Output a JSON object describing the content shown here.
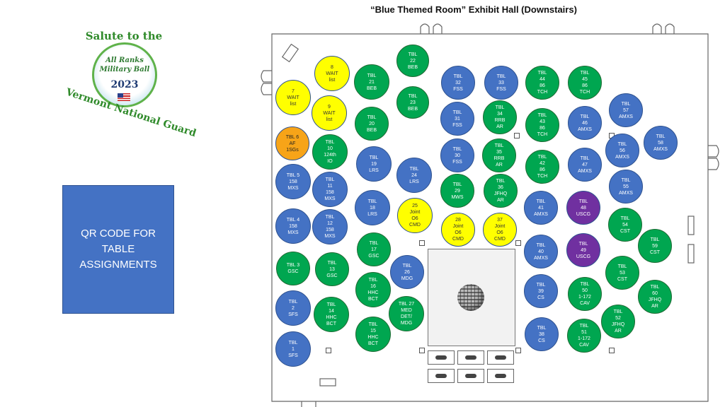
{
  "title": "“Blue Themed Room” Exhibit Hall (Downstairs)",
  "logo": {
    "top_text": "Salute to the",
    "mid_line1": "All Ranks",
    "mid_line2": "Military Ball",
    "year": "2023",
    "bottom_text": "Vermont National Guard"
  },
  "qr_box": {
    "label": "QR CODE FOR TABLE ASSIGNMENTS"
  },
  "colors": {
    "blue": "#4472c4",
    "green": "#00a650",
    "yellow": "#ffff00",
    "orange": "#f7a418",
    "purple": "#7030a0"
  },
  "tables": [
    {
      "id": "t7",
      "label": "7\nWAIT\nlist",
      "color": "yellow"
    },
    {
      "id": "t8",
      "label": "8\nWAIT\nlist",
      "color": "yellow"
    },
    {
      "id": "t9",
      "label": "9\nWAIT\nlist",
      "color": "yellow"
    },
    {
      "id": "t6",
      "label": "TBL 6\nAF\n1SGs",
      "color": "orange"
    },
    {
      "id": "t5",
      "label": "TBL 5\n158\nMXS",
      "color": "blue"
    },
    {
      "id": "t4",
      "label": "TBL 4\n158\nMXS",
      "color": "blue"
    },
    {
      "id": "t3",
      "label": "TBL 3\nGSC",
      "color": "green"
    },
    {
      "id": "t2",
      "label": "TBL\n2\nSFS",
      "color": "blue"
    },
    {
      "id": "t1",
      "label": "TBL\n1\nSFS",
      "color": "blue"
    },
    {
      "id": "t10",
      "label": "TBL\n10\n124th\nIO",
      "color": "green"
    },
    {
      "id": "t11",
      "label": "TBL\n11\n158\nMXS",
      "color": "blue"
    },
    {
      "id": "t12",
      "label": "TBL\n12\n158\nMXS",
      "color": "blue"
    },
    {
      "id": "t13",
      "label": "TBL\n13\nGSC",
      "color": "green"
    },
    {
      "id": "t14",
      "label": "TBL\n14\nHHC\nBCT",
      "color": "green"
    },
    {
      "id": "t22",
      "label": "TBL\n22\nBEB",
      "color": "green"
    },
    {
      "id": "t21",
      "label": "TBL\n21\nBEB",
      "color": "green"
    },
    {
      "id": "t23",
      "label": "TBL\n23\nBEB",
      "color": "green"
    },
    {
      "id": "t20",
      "label": "TBL\n20\nBEB",
      "color": "green"
    },
    {
      "id": "t19",
      "label": "TBL\n19\nLRS",
      "color": "blue"
    },
    {
      "id": "t24",
      "label": "TBL\n24\nLRS",
      "color": "blue"
    },
    {
      "id": "t18",
      "label": "TBL\n18\nLRS",
      "color": "blue"
    },
    {
      "id": "t25",
      "label": "25\nJoint\nO6\nCMD",
      "color": "yellow"
    },
    {
      "id": "t17",
      "label": "TBL\n17\nGSC",
      "color": "green"
    },
    {
      "id": "t26",
      "label": "TBL\n26\nMDG",
      "color": "blue"
    },
    {
      "id": "t16",
      "label": "TBL\n16\nHHC\nBCT",
      "color": "green"
    },
    {
      "id": "t27",
      "label": "TBL 27\nMED\nDET/\nMDG",
      "color": "green"
    },
    {
      "id": "t15",
      "label": "TBL\n15\nHHC\nBCT",
      "color": "green"
    },
    {
      "id": "t32",
      "label": "TBL\n32\nFSS",
      "color": "blue"
    },
    {
      "id": "t33",
      "label": "TBL\n33\nFSS",
      "color": "blue"
    },
    {
      "id": "t31",
      "label": "TBL\n31\nFSS",
      "color": "blue"
    },
    {
      "id": "t34",
      "label": "TBL\n34\nRRB\nAR",
      "color": "green"
    },
    {
      "id": "t30",
      "label": "TBL\n30\nFSS",
      "color": "blue"
    },
    {
      "id": "t35",
      "label": "TBL\n35\nRRB\nAR",
      "color": "green"
    },
    {
      "id": "t29",
      "label": "TBL\n29\nMWS",
      "color": "green"
    },
    {
      "id": "t36",
      "label": "TBL\n36\nJFHQ\nAR",
      "color": "green"
    },
    {
      "id": "t28",
      "label": "28\nJoint\nO6\nCMD",
      "color": "yellow"
    },
    {
      "id": "t37",
      "label": "37\nJoint\nO6\nCMD",
      "color": "yellow"
    },
    {
      "id": "t44",
      "label": "TBL\n44\n86\nTCH",
      "color": "green"
    },
    {
      "id": "t45",
      "label": "TBL\n45\n86\nTCH",
      "color": "green"
    },
    {
      "id": "t43",
      "label": "TBL\n43\n86\nTCH",
      "color": "green"
    },
    {
      "id": "t46",
      "label": "TBL\n46\nAMXS",
      "color": "blue"
    },
    {
      "id": "t42",
      "label": "TBL\n42\n86\nTCH",
      "color": "green"
    },
    {
      "id": "t47",
      "label": "TBL\n47\nAMXS",
      "color": "blue"
    },
    {
      "id": "t41",
      "label": "TBL\n41\nAMXS",
      "color": "blue"
    },
    {
      "id": "t48",
      "label": "TBL\n48\nUSCG",
      "color": "purple"
    },
    {
      "id": "t40",
      "label": "TBL\n40\nAMXS",
      "color": "blue"
    },
    {
      "id": "t49",
      "label": "TBL\n49\nUSCG",
      "color": "purple"
    },
    {
      "id": "t39",
      "label": "TBL\n39\nCS",
      "color": "blue"
    },
    {
      "id": "t50",
      "label": "TBL\n50\n1-172\nCAV",
      "color": "green"
    },
    {
      "id": "t38",
      "label": "TBL\n38\nCS",
      "color": "blue"
    },
    {
      "id": "t51",
      "label": "TBL\n51\n1-172\nCAV",
      "color": "green"
    },
    {
      "id": "t57",
      "label": "TBL\n57\nAMXS",
      "color": "blue"
    },
    {
      "id": "t56",
      "label": "TBL\n56\nAMXS",
      "color": "blue"
    },
    {
      "id": "t58",
      "label": "TBL\n58\nAMXS",
      "color": "blue"
    },
    {
      "id": "t55",
      "label": "TBL\n55\nAMXS",
      "color": "blue"
    },
    {
      "id": "t54",
      "label": "TBL\n54\nCST",
      "color": "green"
    },
    {
      "id": "t59",
      "label": "TBL\n59\nCST",
      "color": "green"
    },
    {
      "id": "t53",
      "label": "TBL\n53\nCST",
      "color": "green"
    },
    {
      "id": "t60",
      "label": "TBL\n60\nJFHQ\nAR",
      "color": "green"
    },
    {
      "id": "t52",
      "label": "TBL\n52\nJFHQ\nAR",
      "color": "green"
    }
  ]
}
